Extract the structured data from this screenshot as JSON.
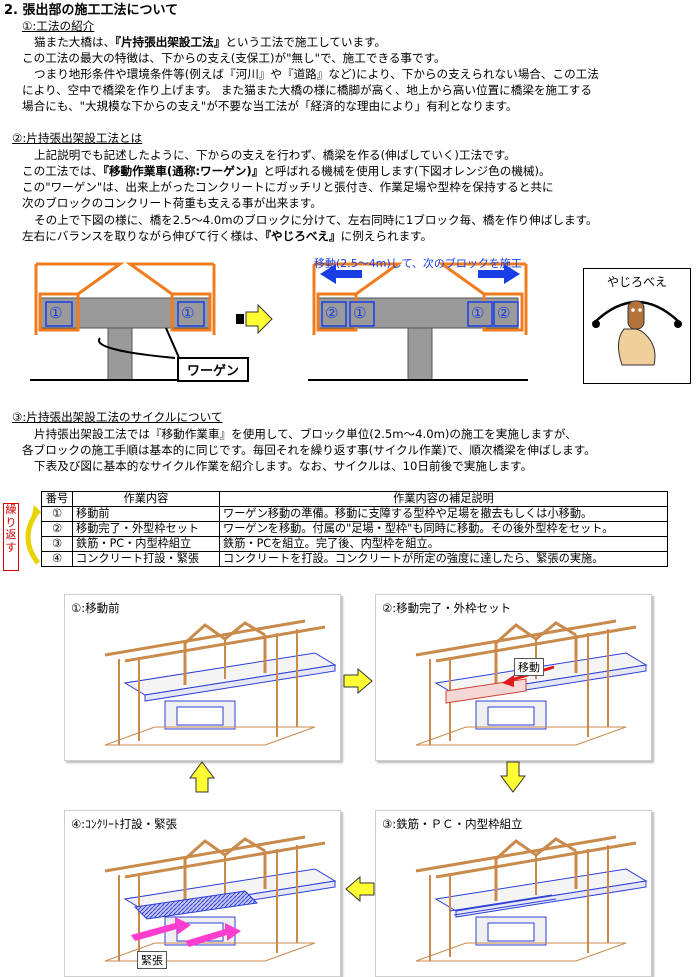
{
  "heading": "2. 張出部の施工工法について",
  "sec1": {
    "title": "①:工法の紹介",
    "l1a": "猫また大橋は、",
    "l1b": "『片持張出架設工法』",
    "l1c": "という工法で施工しています。",
    "l2": "この工法の最大の特徴は、下からの支え(支保工)が\"無し\"で、施工できる事です。",
    "l3": "つまり地形条件や環境条件等(例えば『河川』や『道路』など)により、下からの支えられない場合、この工法",
    "l4": "により、空中で橋梁を作り上げます。 また猫また大橋の様に橋脚が高く、地上から高い位置に橋梁を施工する",
    "l5": "場合にも、\"大規模な下からの支え\"が不要な当工法が「経済的な理由により」有利となります。"
  },
  "sec2": {
    "title": "②:片持張出架設工法とは",
    "l1": "上記説明でも記述したように、下からの支えを行わず、橋梁を作る(伸ばしていく)工法です。",
    "l2a": "この工法では、",
    "l2b": "『移動作業車(通称:ワーゲン)』",
    "l2c": "と呼ばれる機械を使用します(下図オレンジ色の機械)。",
    "l3": "この\"ワーゲン\"は、出来上がったコンクリートにガッチリと張付き、作業足場や型枠を保持すると共に",
    "l4": "次のブロックのコンクリート荷重も支える事が出来ます。",
    "l5": "その上で下図の様に、橋を2.5～4.0mのブロックに分けて、左右同時に1ブロック毎、橋を作り伸ばします。",
    "l6a": "左右にバランスを取りながら伸びて行く様は、",
    "l6b": "『やじろべえ』",
    "l6c": "に例えられます。"
  },
  "diagram": {
    "move_text": "移動(2.5～4m)して、次のブロックを施工",
    "wagen_label": "ワーゲン",
    "block1": "①",
    "block2": "②",
    "yajirobe": "やじろべえ"
  },
  "sec3": {
    "title": "③:片持張出架設工法のサイクルについて",
    "l1": "片持張出架設工法では『移動作業車』を使用して、ブロック単位(2.5m～4.0m)の施工を実施しますが、",
    "l2": "各ブロックの施工手順は基本的に同じです。毎回それを繰り返す事(サイクル作業)で、順次橋梁を伸ばします。",
    "l3": "下表及び図に基本的なサイクル作業を紹介します。なお、サイクルは、10日前後で実施します。"
  },
  "table": {
    "headers": [
      "番号",
      "作業内容",
      "作業内容の補足説明"
    ],
    "rows": [
      [
        "①",
        "移動前",
        "ワーゲン移動の準備。移動に支障する型枠や足場を撤去もしくは小移動。"
      ],
      [
        "②",
        "移動完了・外型枠セット",
        "ワーゲンを移動。付属の\"足場・型枠\"も同時に移動。その後外型枠をセット。"
      ],
      [
        "③",
        "鉄筋・PC・内型枠組立",
        "鉄筋・PCを組立。完了後、内型枠を組立。"
      ],
      [
        "④",
        "コンクリート打設・緊張",
        "コンクリートを打設。コンクリートが所定の強度に達したら、緊張の実施。"
      ]
    ],
    "repeat_label": "繰り返す"
  },
  "panels": {
    "p1": "①:移動前",
    "p2": "②:移動完了・外枠セット",
    "p3": "③:鉄筋・ＰＣ・内型枠組立",
    "p4": "④:ｺﾝｸﾘｰﾄ打設・緊張",
    "move_badge": "移動",
    "tension_badge": "緊張"
  },
  "colors": {
    "orange": "#f07c1e",
    "gray": "#9a9a9a",
    "blue": "#1a3ee6",
    "wagen_brown": "#c98a4b",
    "arrow_yellow": "#ffff33",
    "magenta": "#ff3ecf"
  }
}
